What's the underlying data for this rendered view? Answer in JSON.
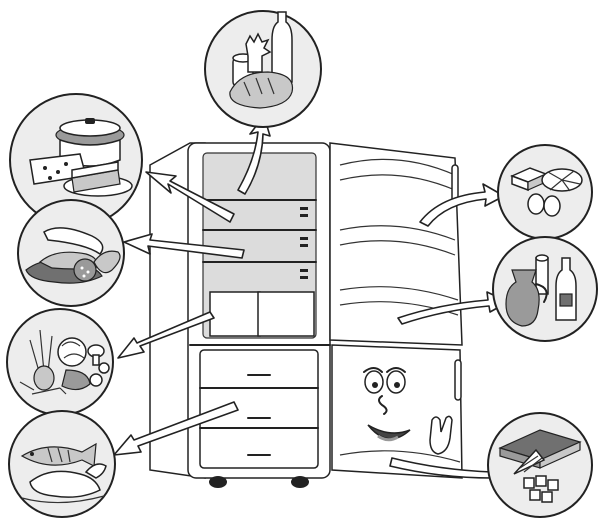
{
  "diagram": {
    "kind": "refrigerator food storage illustration",
    "items": [
      {
        "id": "top-compartment",
        "icon": "bread-bottle-cans-icon"
      },
      {
        "id": "upper-shelf",
        "icon": "pot-cheese-cake-icon"
      },
      {
        "id": "middle-shelf",
        "icon": "sausages-meat-icon"
      },
      {
        "id": "crisper",
        "icon": "vegetables-icon"
      },
      {
        "id": "freezer-drawer",
        "icon": "fish-poultry-icon"
      },
      {
        "id": "upper-door-rack",
        "icon": "butter-cheese-eggs-icon"
      },
      {
        "id": "lower-door-rack",
        "icon": "jug-bottles-icon"
      },
      {
        "id": "freezer-door",
        "icon": "ice-cream-ice-cubes-icon"
      }
    ],
    "colors": {
      "outline": "#222222",
      "bubble": "#ededed",
      "interior": "#dcdcdc",
      "fill": "#ffffff"
    }
  }
}
